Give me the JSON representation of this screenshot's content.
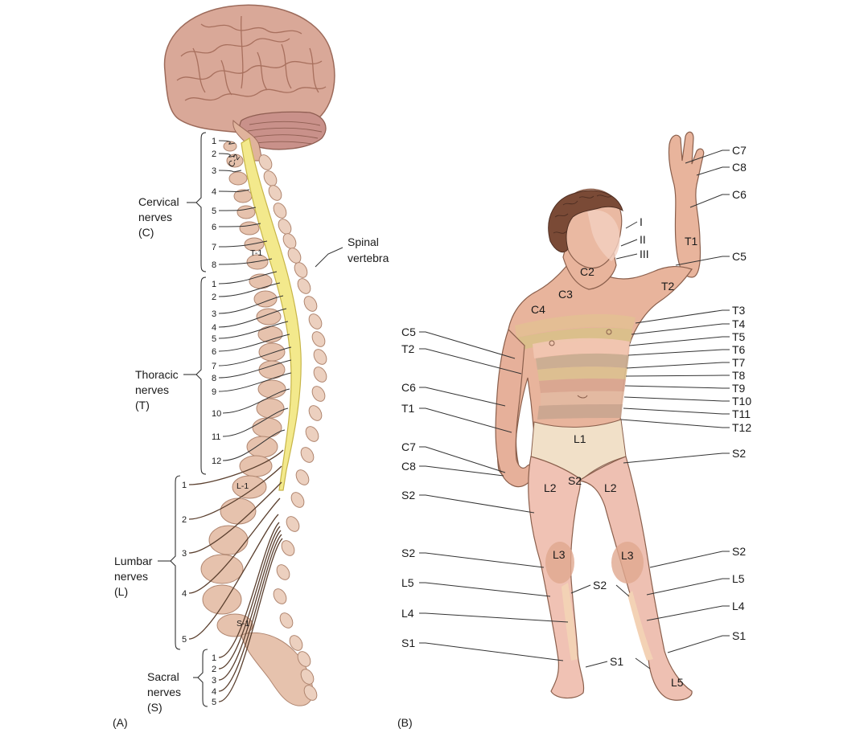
{
  "panel_a": {
    "panel_label": "(A)",
    "groups": [
      {
        "name": [
          "Cervical",
          "nerves",
          "(C)"
        ],
        "numbers": [
          "1",
          "2",
          "3",
          "4",
          "5",
          "6",
          "7",
          "8"
        ]
      },
      {
        "name": [
          "Thoracic",
          "nerves",
          "(T)"
        ],
        "numbers": [
          "1",
          "2",
          "3",
          "4",
          "5",
          "6",
          "7",
          "8",
          "9",
          "10",
          "11",
          "12"
        ]
      },
      {
        "name": [
          "Lumbar",
          "nerves",
          "(L)"
        ],
        "numbers": [
          "1",
          "2",
          "3",
          "4",
          "5"
        ]
      },
      {
        "name": [
          "Sacral",
          "nerves",
          "(S)"
        ],
        "numbers": [
          "1",
          "2",
          "3",
          "4",
          "5"
        ]
      }
    ],
    "vertebra_tags": [
      "C-2",
      "T-1",
      "L-1",
      "S-1"
    ],
    "spinal_vertebra_label": [
      "Spinal",
      "vertebra"
    ]
  },
  "panel_b": {
    "panel_label": "(B)",
    "right_labels": [
      "C7",
      "C8",
      "C6",
      "C5",
      "T3",
      "T4",
      "T5",
      "T6",
      "T7",
      "T8",
      "T9",
      "T10",
      "T11",
      "T12",
      "S2",
      "S2",
      "L5",
      "L4",
      "S1"
    ],
    "left_labels": [
      "C5",
      "T2",
      "C6",
      "T1",
      "C7",
      "C8",
      "S2",
      "S2",
      "L5",
      "L4",
      "S1"
    ],
    "face_labels": [
      "I",
      "II",
      "III"
    ],
    "body_labels": [
      "C2",
      "C3",
      "C4",
      "T1",
      "T2",
      "L1",
      "L2",
      "S2",
      "L2",
      "L3",
      "L3",
      "L5"
    ],
    "mid_labels": [
      "S2",
      "S1"
    ]
  },
  "colors": {
    "spinal_cord": "#f3e98c",
    "brain": "#d9a898",
    "vertebra": "#e6c2ad",
    "skin": "#e8b49c",
    "hair": "#7a4a36"
  }
}
